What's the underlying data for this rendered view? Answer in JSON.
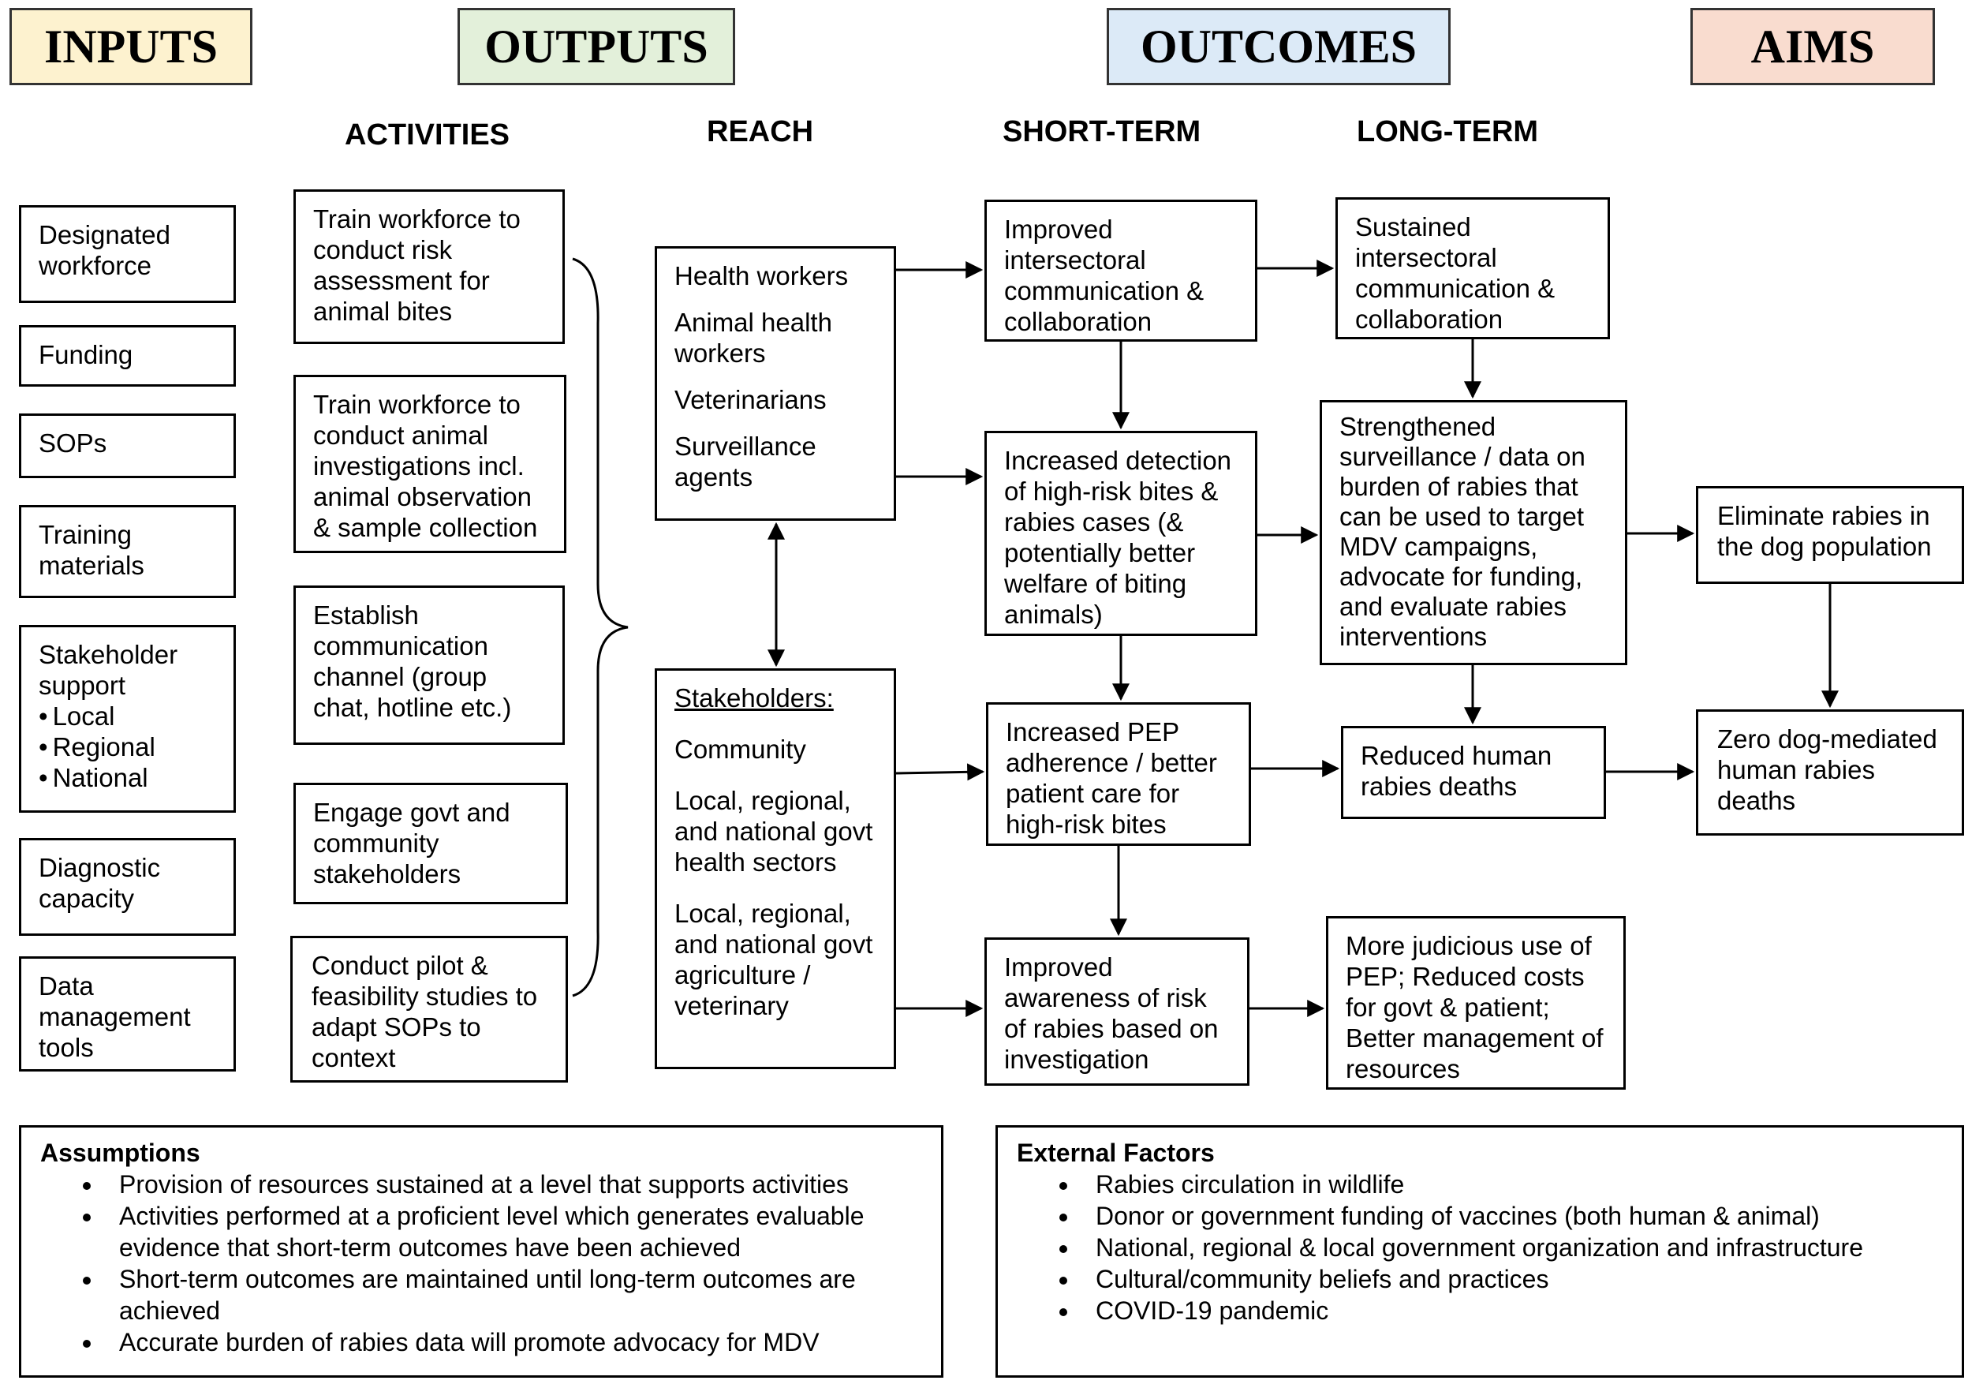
{
  "headers": {
    "inputs": "INPUTS",
    "outputs": "OUTPUTS",
    "outcomes": "OUTCOMES",
    "aims": "AIMS"
  },
  "header_colors": {
    "inputs": "#fdf2cf",
    "outputs": "#e3f0da",
    "outcomes": "#dceaf7",
    "aims": "#f9dccf"
  },
  "subheaders": {
    "activities": "ACTIVITIES",
    "reach": "REACH",
    "short_term": "SHORT-TERM",
    "long_term": "LONG-TERM"
  },
  "inputs": {
    "workforce": "Designated workforce",
    "funding": "Funding",
    "sops": "SOPs",
    "training": "Training materials",
    "stakeholder": {
      "title": "Stakeholder support",
      "items": [
        "Local",
        "Regional",
        "National"
      ]
    },
    "diagnostic": "Diagnostic capacity",
    "data_tools": "Data management tools"
  },
  "activities": {
    "a1": "Train workforce to conduct risk assessment for animal bites",
    "a2": "Train workforce to conduct animal investigations incl. animal observation & sample collection",
    "a3": "Establish communication channel (group chat, hotline etc.)",
    "a4": "Engage govt and community stakeholders",
    "a5": "Conduct pilot & feasibility studies to adapt SOPs to context"
  },
  "reach": {
    "workers": [
      "Health workers",
      "Animal health workers",
      "Veterinarians",
      "Surveillance agents"
    ],
    "stakeholders_title": "Stakeholders:",
    "stakeholders": [
      "Community",
      "Local, regional, and national govt health sectors",
      "Local, regional, and national govt agriculture / veterinary"
    ]
  },
  "short_term": {
    "s1": "Improved intersectoral communication & collaboration",
    "s2": "Increased detection of high-risk bites & rabies cases (& potentially better welfare of biting animals)",
    "s3": "Increased PEP adherence / better patient care for high-risk bites",
    "s4": "Improved awareness of risk of rabies based on investigation"
  },
  "long_term": {
    "l1": "Sustained intersectoral communication & collaboration",
    "l2": "Strengthened surveillance / data on burden of rabies that can be used to target MDV campaigns, advocate for funding, and evaluate rabies interventions",
    "l3": "Reduced human rabies deaths",
    "l4": "More judicious use of PEP; Reduced costs for govt & patient; Better management of resources"
  },
  "aims": {
    "a1": "Eliminate rabies in the dog population",
    "a2": "Zero dog-mediated human rabies deaths"
  },
  "assumptions": {
    "title": "Assumptions",
    "items": [
      "Provision of resources sustained at a level that supports activities",
      "Activities performed at a proficient level which generates evaluable evidence that short-term outcomes have been achieved",
      "Short-term outcomes are maintained until long-term outcomes are achieved",
      "Accurate burden of rabies data will promote advocacy for MDV"
    ]
  },
  "external": {
    "title": "External Factors",
    "items": [
      "Rabies circulation in wildlife",
      "Donor or government funding of vaccines (both human & animal)",
      "National, regional & local government organization and infrastructure",
      "Cultural/community beliefs and practices",
      "COVID-19 pandemic"
    ]
  }
}
